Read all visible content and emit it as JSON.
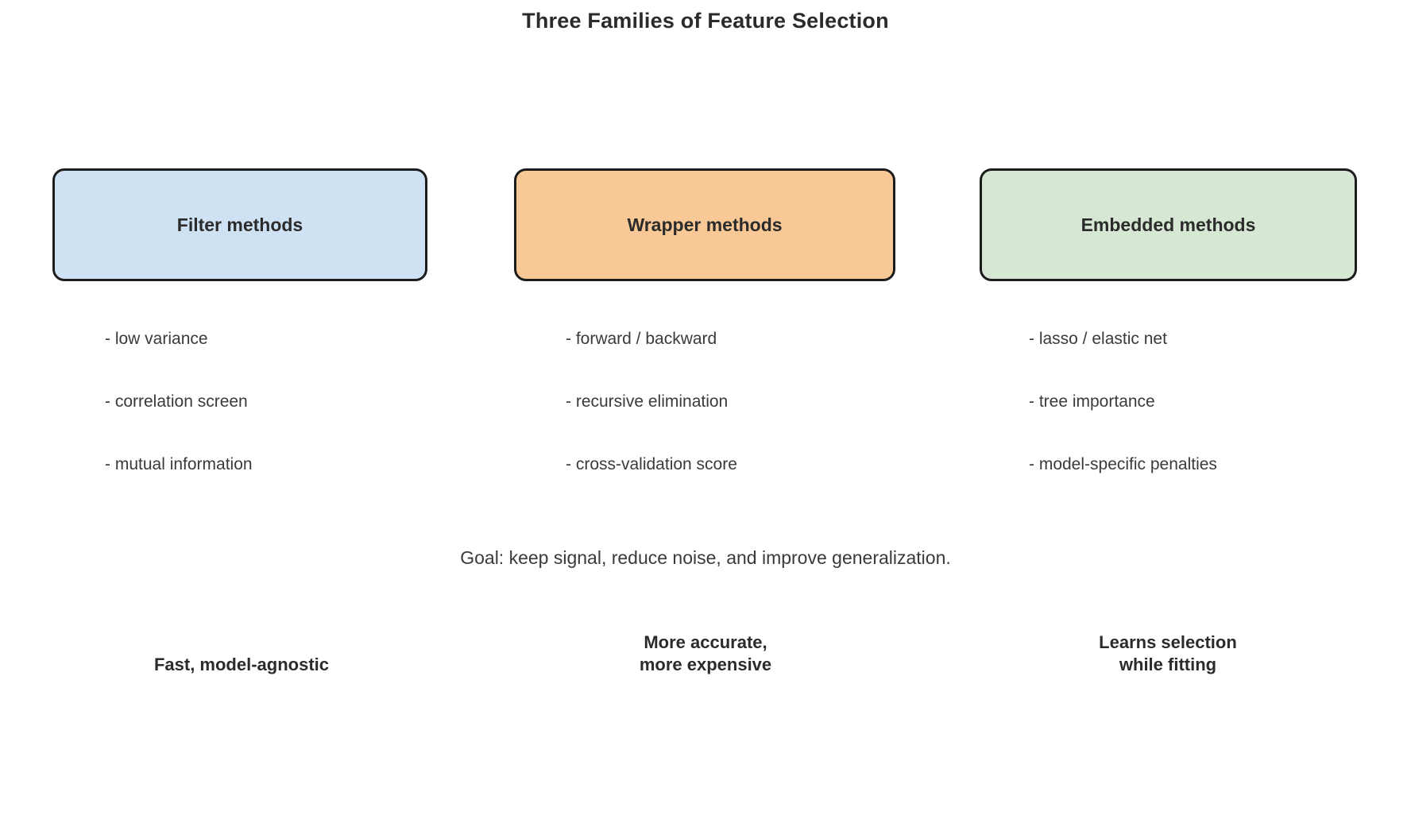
{
  "title": "Three Families of Feature Selection",
  "goal": "Goal: keep signal, reduce noise, and improve generalization.",
  "columns": [
    {
      "header": "Filter methods",
      "fill": "#cfe2f3",
      "items": [
        "- low variance",
        "- correlation screen",
        "- mutual information"
      ],
      "caption_lines": [
        "Fast, model-agnostic"
      ]
    },
    {
      "header": "Wrapper methods",
      "fill": "#f8c896",
      "items": [
        "- forward / backward",
        "- recursive elimination",
        "- cross-validation score"
      ],
      "caption_lines": [
        "More accurate,",
        "more expensive"
      ]
    },
    {
      "header": "Embedded methods",
      "fill": "#d6e8d4",
      "items": [
        "- lasso / elastic net",
        "- tree importance",
        "- model-specific penalties"
      ],
      "caption_lines": [
        "Learns selection",
        "while fitting"
      ]
    }
  ],
  "colors": {
    "background": "#ffffff",
    "box_border": "#1c1c1c",
    "heading_text": "#2b2b2b",
    "body_text": "#3a3a3a",
    "filter_fill": "#cfe2f3",
    "wrapper_fill": "#f8c896",
    "embedded_fill": "#d6e8d4"
  }
}
